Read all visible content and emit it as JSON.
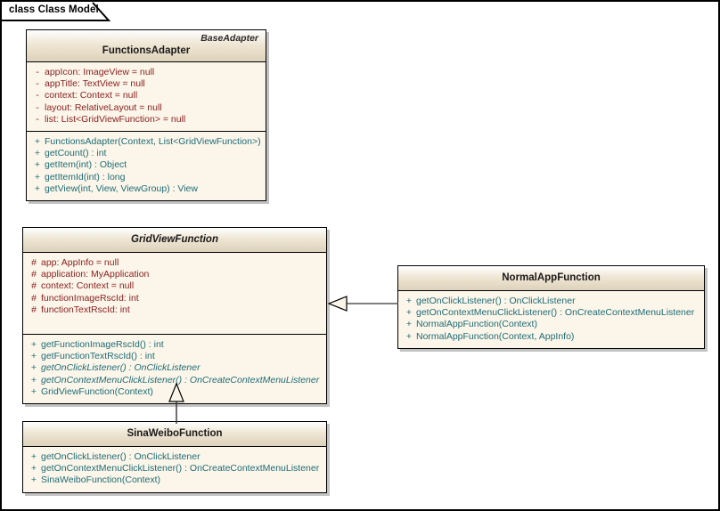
{
  "frame": {
    "tab_label": "class Class Model"
  },
  "classes": [
    {
      "id": "functions-adapter",
      "name": "FunctionsAdapter",
      "stereotype": "BaseAdapter",
      "abstract": false,
      "attributes": [
        {
          "vis": "-",
          "sig": "appIcon:  ImageView = null"
        },
        {
          "vis": "-",
          "sig": "appTitle:  TextView = null"
        },
        {
          "vis": "-",
          "sig": "context:  Context = null"
        },
        {
          "vis": "-",
          "sig": "layout:  RelativeLayout = null"
        },
        {
          "vis": "-",
          "sig": "list:  List<GridViewFunction> = null"
        }
      ],
      "operations": [
        {
          "vis": "+",
          "sig": "FunctionsAdapter(Context, List<GridViewFunction>)",
          "abstract": false
        },
        {
          "vis": "+",
          "sig": "getCount() : int",
          "abstract": false
        },
        {
          "vis": "+",
          "sig": "getItem(int) : Object",
          "abstract": false
        },
        {
          "vis": "+",
          "sig": "getItemId(int) : long",
          "abstract": false
        },
        {
          "vis": "+",
          "sig": "getView(int, View, ViewGroup) : View",
          "abstract": false
        }
      ]
    },
    {
      "id": "grid-view-function",
      "name": "GridViewFunction",
      "stereotype": "",
      "abstract": true,
      "attributes": [
        {
          "vis": "#",
          "sig": "app:  AppInfo = null"
        },
        {
          "vis": "#",
          "sig": "application:  MyApplication"
        },
        {
          "vis": "#",
          "sig": "context:  Context = null"
        },
        {
          "vis": "#",
          "sig": "functionImageRscId:  int"
        },
        {
          "vis": "#",
          "sig": "functionTextRscId:  int"
        }
      ],
      "operations": [
        {
          "vis": "+",
          "sig": "getFunctionImageRscId() : int",
          "abstract": false
        },
        {
          "vis": "+",
          "sig": "getFunctionTextRscId() : int",
          "abstract": false
        },
        {
          "vis": "+",
          "sig": "getOnClickListener() : OnClickListener",
          "abstract": true
        },
        {
          "vis": "+",
          "sig": "getOnContextMenuClickListener() : OnCreateContextMenuListener",
          "abstract": true
        },
        {
          "vis": "+",
          "sig": "GridViewFunction(Context)",
          "abstract": false
        }
      ]
    },
    {
      "id": "normal-app-function",
      "name": "NormalAppFunction",
      "stereotype": "",
      "abstract": false,
      "attributes": [],
      "operations": [
        {
          "vis": "+",
          "sig": "getOnClickListener() : OnClickListener",
          "abstract": false
        },
        {
          "vis": "+",
          "sig": "getOnContextMenuClickListener() : OnCreateContextMenuListener",
          "abstract": false
        },
        {
          "vis": "+",
          "sig": "NormalAppFunction(Context)",
          "abstract": false
        },
        {
          "vis": "+",
          "sig": "NormalAppFunction(Context, AppInfo)",
          "abstract": false
        }
      ]
    },
    {
      "id": "sina-weibo-function",
      "name": "SinaWeiboFunction",
      "stereotype": "",
      "abstract": false,
      "attributes": [],
      "operations": [
        {
          "vis": "+",
          "sig": "getOnClickListener() : OnClickListener",
          "abstract": false
        },
        {
          "vis": "+",
          "sig": "getOnContextMenuClickListener() : OnCreateContextMenuListener",
          "abstract": false
        },
        {
          "vis": "+",
          "sig": "SinaWeiboFunction(Context)",
          "abstract": false
        }
      ]
    }
  ],
  "relationships": [
    {
      "id": "normal-app-to-grid-view",
      "type": "generalization",
      "from": "NormalAppFunction",
      "to": "GridViewFunction"
    },
    {
      "id": "sina-weibo-to-grid-view",
      "type": "generalization",
      "from": "SinaWeiboFunction",
      "to": "GridViewFunction"
    }
  ],
  "colors": {
    "class_fill": "#fbf6e9",
    "header_fill": "#e6dcc6",
    "attribute_text": "#8b2122",
    "operation_text": "#1f6b76",
    "border": "#000000"
  }
}
